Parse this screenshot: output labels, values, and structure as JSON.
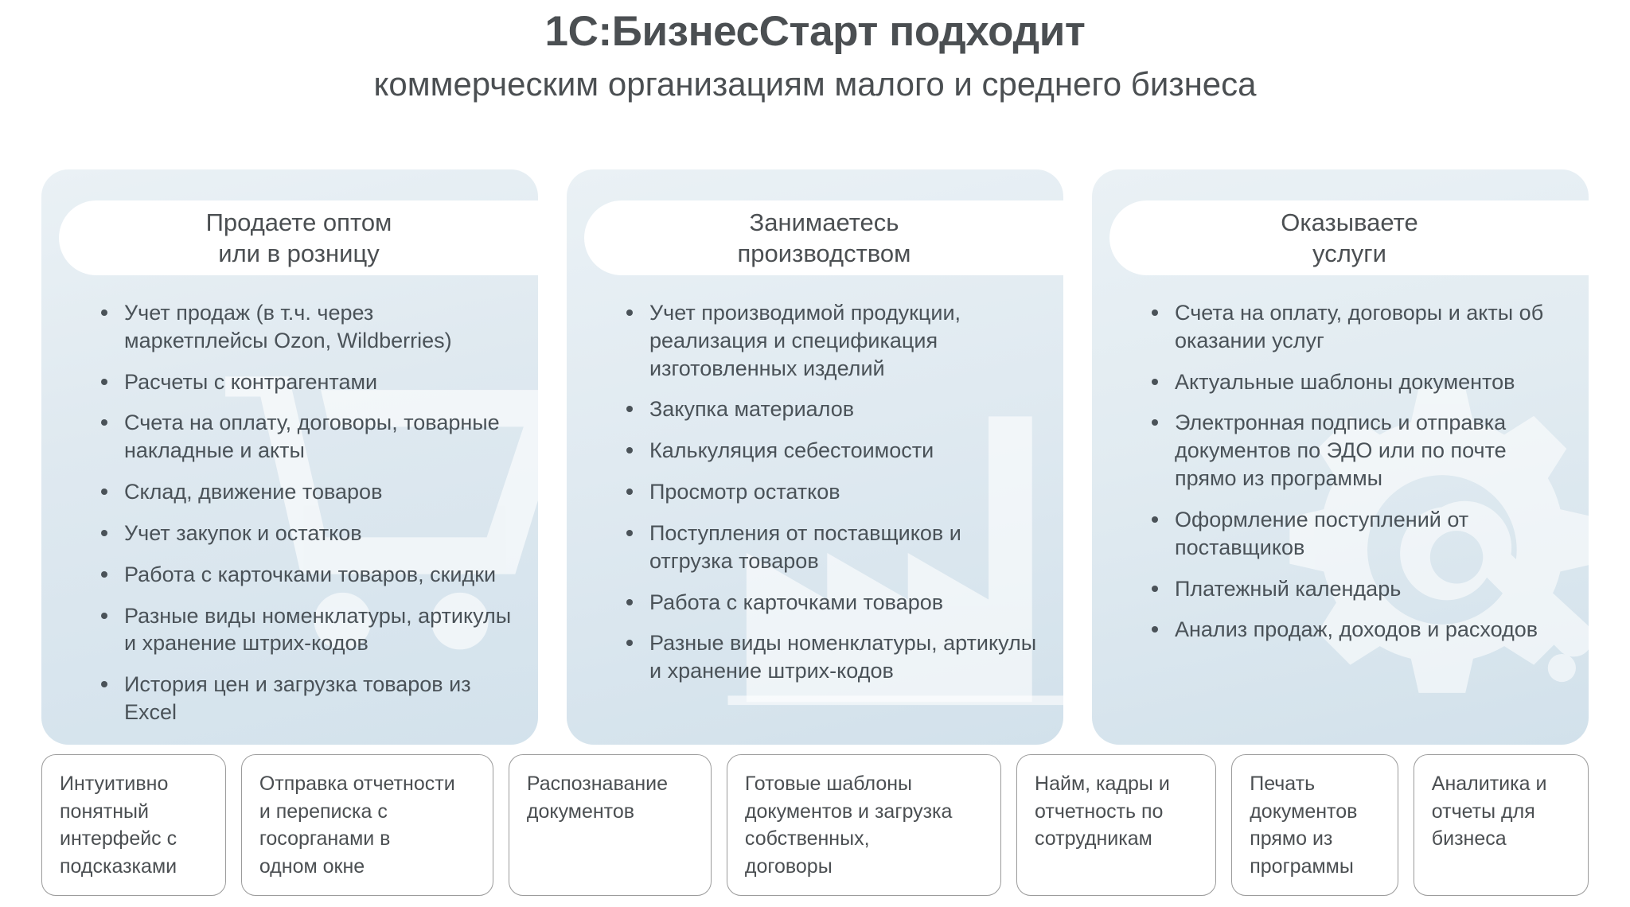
{
  "header": {
    "title": "1С:БизнесСтарт подходит",
    "subtitle": "коммерческим организациям малого и среднего бизнеса"
  },
  "cards": [
    {
      "heading": "Продаете оптом\nили в розницу",
      "watermark_icon": "shopping-cart-icon",
      "bullets": [
        "Учет продаж (в т.ч. через маркетплейсы Ozon, Wildberries)",
        "Расчеты с контрагентами",
        "Счета на оплату, договоры, товарные накладные и акты",
        "Склад, движение товаров",
        "Учет закупок и остатков",
        "Работа с карточками товаров, скидки",
        "Разные виды номенклатуры, артикулы и хранение штрих-кодов",
        "История цен и загрузка товаров из Excel"
      ]
    },
    {
      "heading": "Занимаетесь\nпроизводством",
      "watermark_icon": "factory-icon",
      "bullets": [
        "Учет производимой продукции, реализация и спецификация изготовленных изделий",
        "Закупка материалов",
        "Калькуляция себестоимости",
        "Просмотр остатков",
        "Поступления от поставщиков и отгрузка товаров",
        "Работа с карточками товаров",
        "Разные виды номенклатуры, артикулы и хранение штрих-кодов"
      ]
    },
    {
      "heading": "Оказываете\nуслуги",
      "watermark_icon": "gear-wrench-icon",
      "bullets": [
        "Счета на оплату, договоры и акты об оказании услуг",
        "Актуальные шаблоны документов",
        "Электронная подпись и отправка документов по ЭДО или по почте прямо из программы",
        "Оформление поступлений от поставщиков",
        "Платежный календарь",
        "Анализ продаж, доходов и расходов"
      ]
    }
  ],
  "chips": [
    "Интуитивно\nпонятный\nинтерфейс с\nподсказками",
    "Отправка отчетности\nи переписка с\nгосорганами в\nодном окне",
    "Распознавание\nдокументов",
    "Готовые шаблоны\nдокументов и загрузка\nсобственных,\nдоговоры",
    "Найм, кадры и\nотчетность по\nсотрудникам",
    "Печать\nдокументов\nпрямо из\nпрограммы",
    "Аналитика и\nотчеты для\nбизнеса"
  ],
  "colors": {
    "text": "#4b4f52",
    "bullet_text": "#4a5258",
    "card_bg_top": "#eaf1f5",
    "card_bg_bottom": "#d2e1eb",
    "chip_border": "#9b9b9b",
    "pill_bg": "#ffffff",
    "page_bg": "#ffffff"
  }
}
